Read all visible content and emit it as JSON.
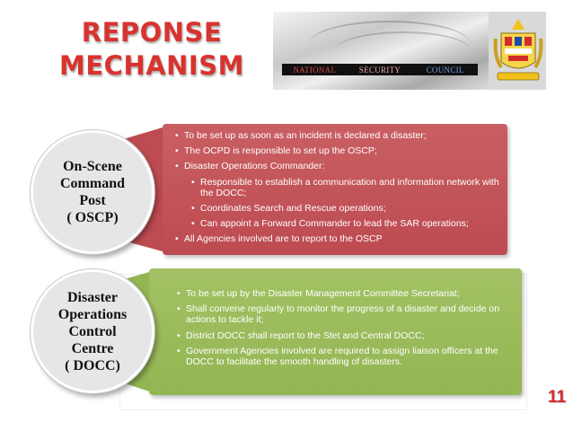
{
  "slide": {
    "title_line1": "REPONSE",
    "title_line2": "MECHANISM",
    "slide_number": "11"
  },
  "banner": {
    "item1": "NATIONAL",
    "item2": "SECURITY",
    "item3": "COUNCIL",
    "crest_icon": "malaysia-coat-of-arms"
  },
  "oscp": {
    "label_lines": [
      "On-Scene",
      "Command",
      "Post",
      "( OSCP)"
    ],
    "color": "#bd4b51",
    "bullets": [
      "To be set up as soon as an incident is declared a disaster;",
      "The OCPD is responsible to set up the OSCP;",
      "Disaster Operations Commander:",
      "All Agencies involved are to report to the OSCP"
    ],
    "sub_bullets": [
      "Responsible to establish a communication and information network with the DOCC;",
      "Coordinates Search and Rescue operations;",
      "Can appoint a Forward Commander to lead the SAR operations;"
    ]
  },
  "docc": {
    "label_lines": [
      "Disaster",
      "Operations",
      "Control",
      "Centre",
      "( DOCC)"
    ],
    "color": "#93b653",
    "bullets": [
      "To be set up by the Disaster Management Committee Secretariat;",
      "Shall convene regularly to monitor the progress of a disaster and decide on actions to tackle it;",
      "District DOCC shall report to the Stet and Central DOCC;",
      "Government Agencies involved are required to assign liaison officers at the DOCC to facilitate the smooth handling of disasters."
    ]
  }
}
